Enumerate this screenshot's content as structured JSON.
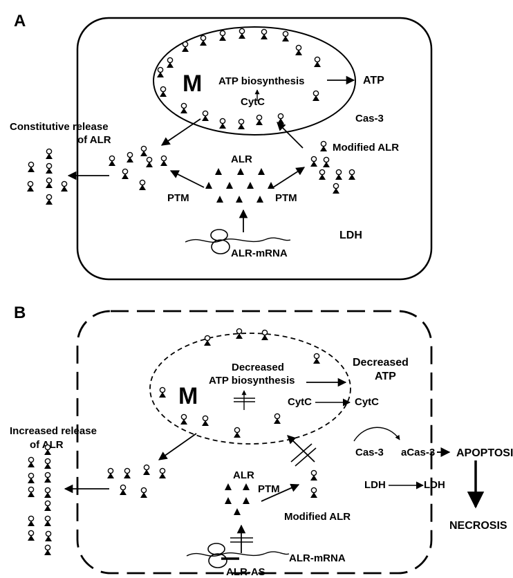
{
  "panelA": {
    "letter": "A",
    "mito_letter": "M",
    "atp_biosynthesis": "ATP biosynthesis",
    "atp": "ATP",
    "cytc": "CytC",
    "cas3": "Cas-3",
    "release_line1": "Constitutive release",
    "release_line2": "of ALR",
    "modified_alr": "Modified ALR",
    "alr": "ALR",
    "ptm_left": "PTM",
    "ptm_right": "PTM",
    "ldh": "LDH",
    "mrna": "ALR-mRNA"
  },
  "panelB": {
    "letter": "B",
    "mito_letter": "M",
    "decreased_line1": "Decreased",
    "decreased_line2": "ATP biosynthesis",
    "decreased_atp_line1": "Decreased",
    "decreased_atp_line2": "ATP",
    "cytc_inside": "CytC",
    "cytc_outside": "CytC",
    "release_line1": "Increased release",
    "release_line2": "of ALR",
    "alr": "ALR",
    "ptm": "PTM",
    "cas3": "Cas-3",
    "acas3": "aCas-3",
    "apoptosis": "APOPTOSIS",
    "ldh_inside": "LDH",
    "ldh_outside": "LDH",
    "necrosis": "NECROSIS",
    "modified_alr": "Modified ALR",
    "mrna": "ALR-mRNA",
    "antisense": "ALR-AS"
  }
}
